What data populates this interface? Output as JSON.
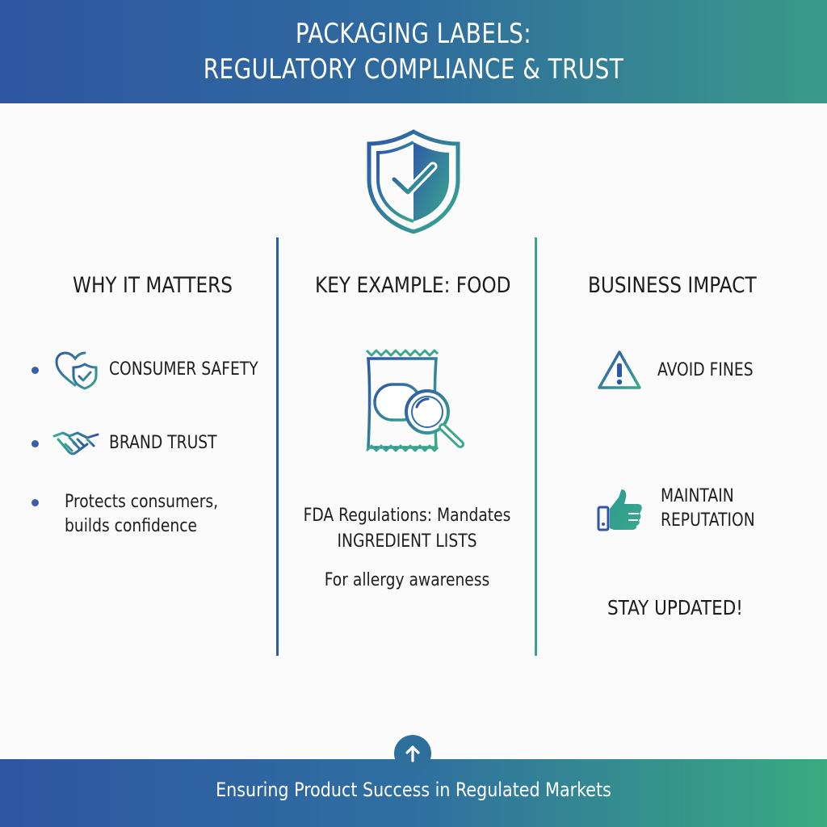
{
  "header": {
    "title_line1": "PACKAGING LABELS:",
    "title_line2": "REGULATORY COMPLIANCE & TRUST"
  },
  "top_icon": "shield-check-icon",
  "columns": {
    "left": {
      "title": "WHY IT MATTERS",
      "items": [
        {
          "label": "CONSUMER SAFETY",
          "icon": "heart-shield-icon"
        },
        {
          "label": "BRAND TRUST",
          "icon": "handshake-icon"
        }
      ],
      "note_line1": "Protects consumers,",
      "note_line2": "builds confidence"
    },
    "middle": {
      "title": "KEY EXAMPLE: FOOD",
      "icon": "food-package-magnifier-icon",
      "line1": "FDA Regulations: Mandates",
      "line2": "INGREDIENT LISTS",
      "line3": "For allergy awareness"
    },
    "right": {
      "title": "BUSINESS IMPACT",
      "items": [
        {
          "label": "AVOID FINES",
          "icon": "warning-triangle-icon"
        },
        {
          "label_line1": "MAINTAIN",
          "label_line2": "REPUTATION",
          "icon": "thumbs-up-icon"
        }
      ],
      "callout": "STAY UPDATED!"
    }
  },
  "footer": {
    "text": "Ensuring Product Success in Regulated Markets",
    "button_icon": "arrow-up-icon"
  },
  "colors": {
    "blue": "#2f5aa6",
    "teal": "#3aa58a",
    "text": "#1e1e1e"
  }
}
